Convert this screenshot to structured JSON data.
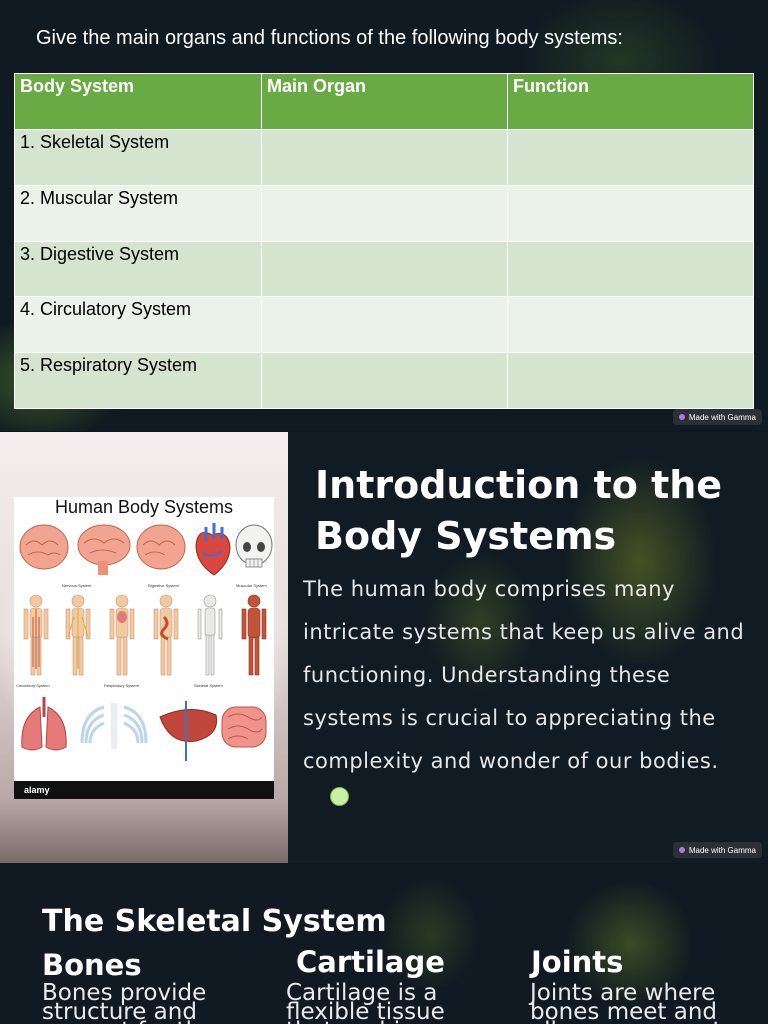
{
  "slide1": {
    "prompt": "Give the main organs and functions of the following body systems:",
    "table": {
      "headers": [
        "Body System",
        "Main Organ",
        "Function"
      ],
      "rows": [
        [
          "1. Skeletal System",
          "",
          ""
        ],
        [
          "2. Muscular System",
          "",
          ""
        ],
        [
          "3. Digestive System",
          "",
          ""
        ],
        [
          "4. Circulatory System",
          "",
          ""
        ],
        [
          "5. Respiratory System",
          "",
          ""
        ]
      ]
    },
    "badge": "Made with Gamma"
  },
  "slide2": {
    "poster": {
      "title": "Human Body Systems",
      "captions": [
        "Nervous System",
        "Digestive System",
        "Muscular System",
        "Circulatory System",
        "Respiratory System",
        "Skeletal System"
      ],
      "footer_brand": "alamy"
    },
    "title": "Introduction to the Body Systems",
    "body": "The human body comprises many intricate systems that keep us alive and functioning. Understanding these systems is crucial to appreciating the complexity and wonder of our bodies.",
    "badge": "Made with Gamma"
  },
  "slide3": {
    "title": "The Skeletal System",
    "columns": [
      {
        "heading": "Bones",
        "text": "Bones provide structure and support for the body"
      },
      {
        "heading": "Cartilage",
        "text": "Cartilage is a flexible tissue that cushions joints"
      },
      {
        "heading": "Joints",
        "text": "Joints are where bones meet and allow movement"
      }
    ]
  },
  "colors": {
    "table_header": "#6aaa44",
    "row_odd": "#d5e4ce",
    "row_even": "#ebf2e7",
    "background": "#101a22"
  }
}
